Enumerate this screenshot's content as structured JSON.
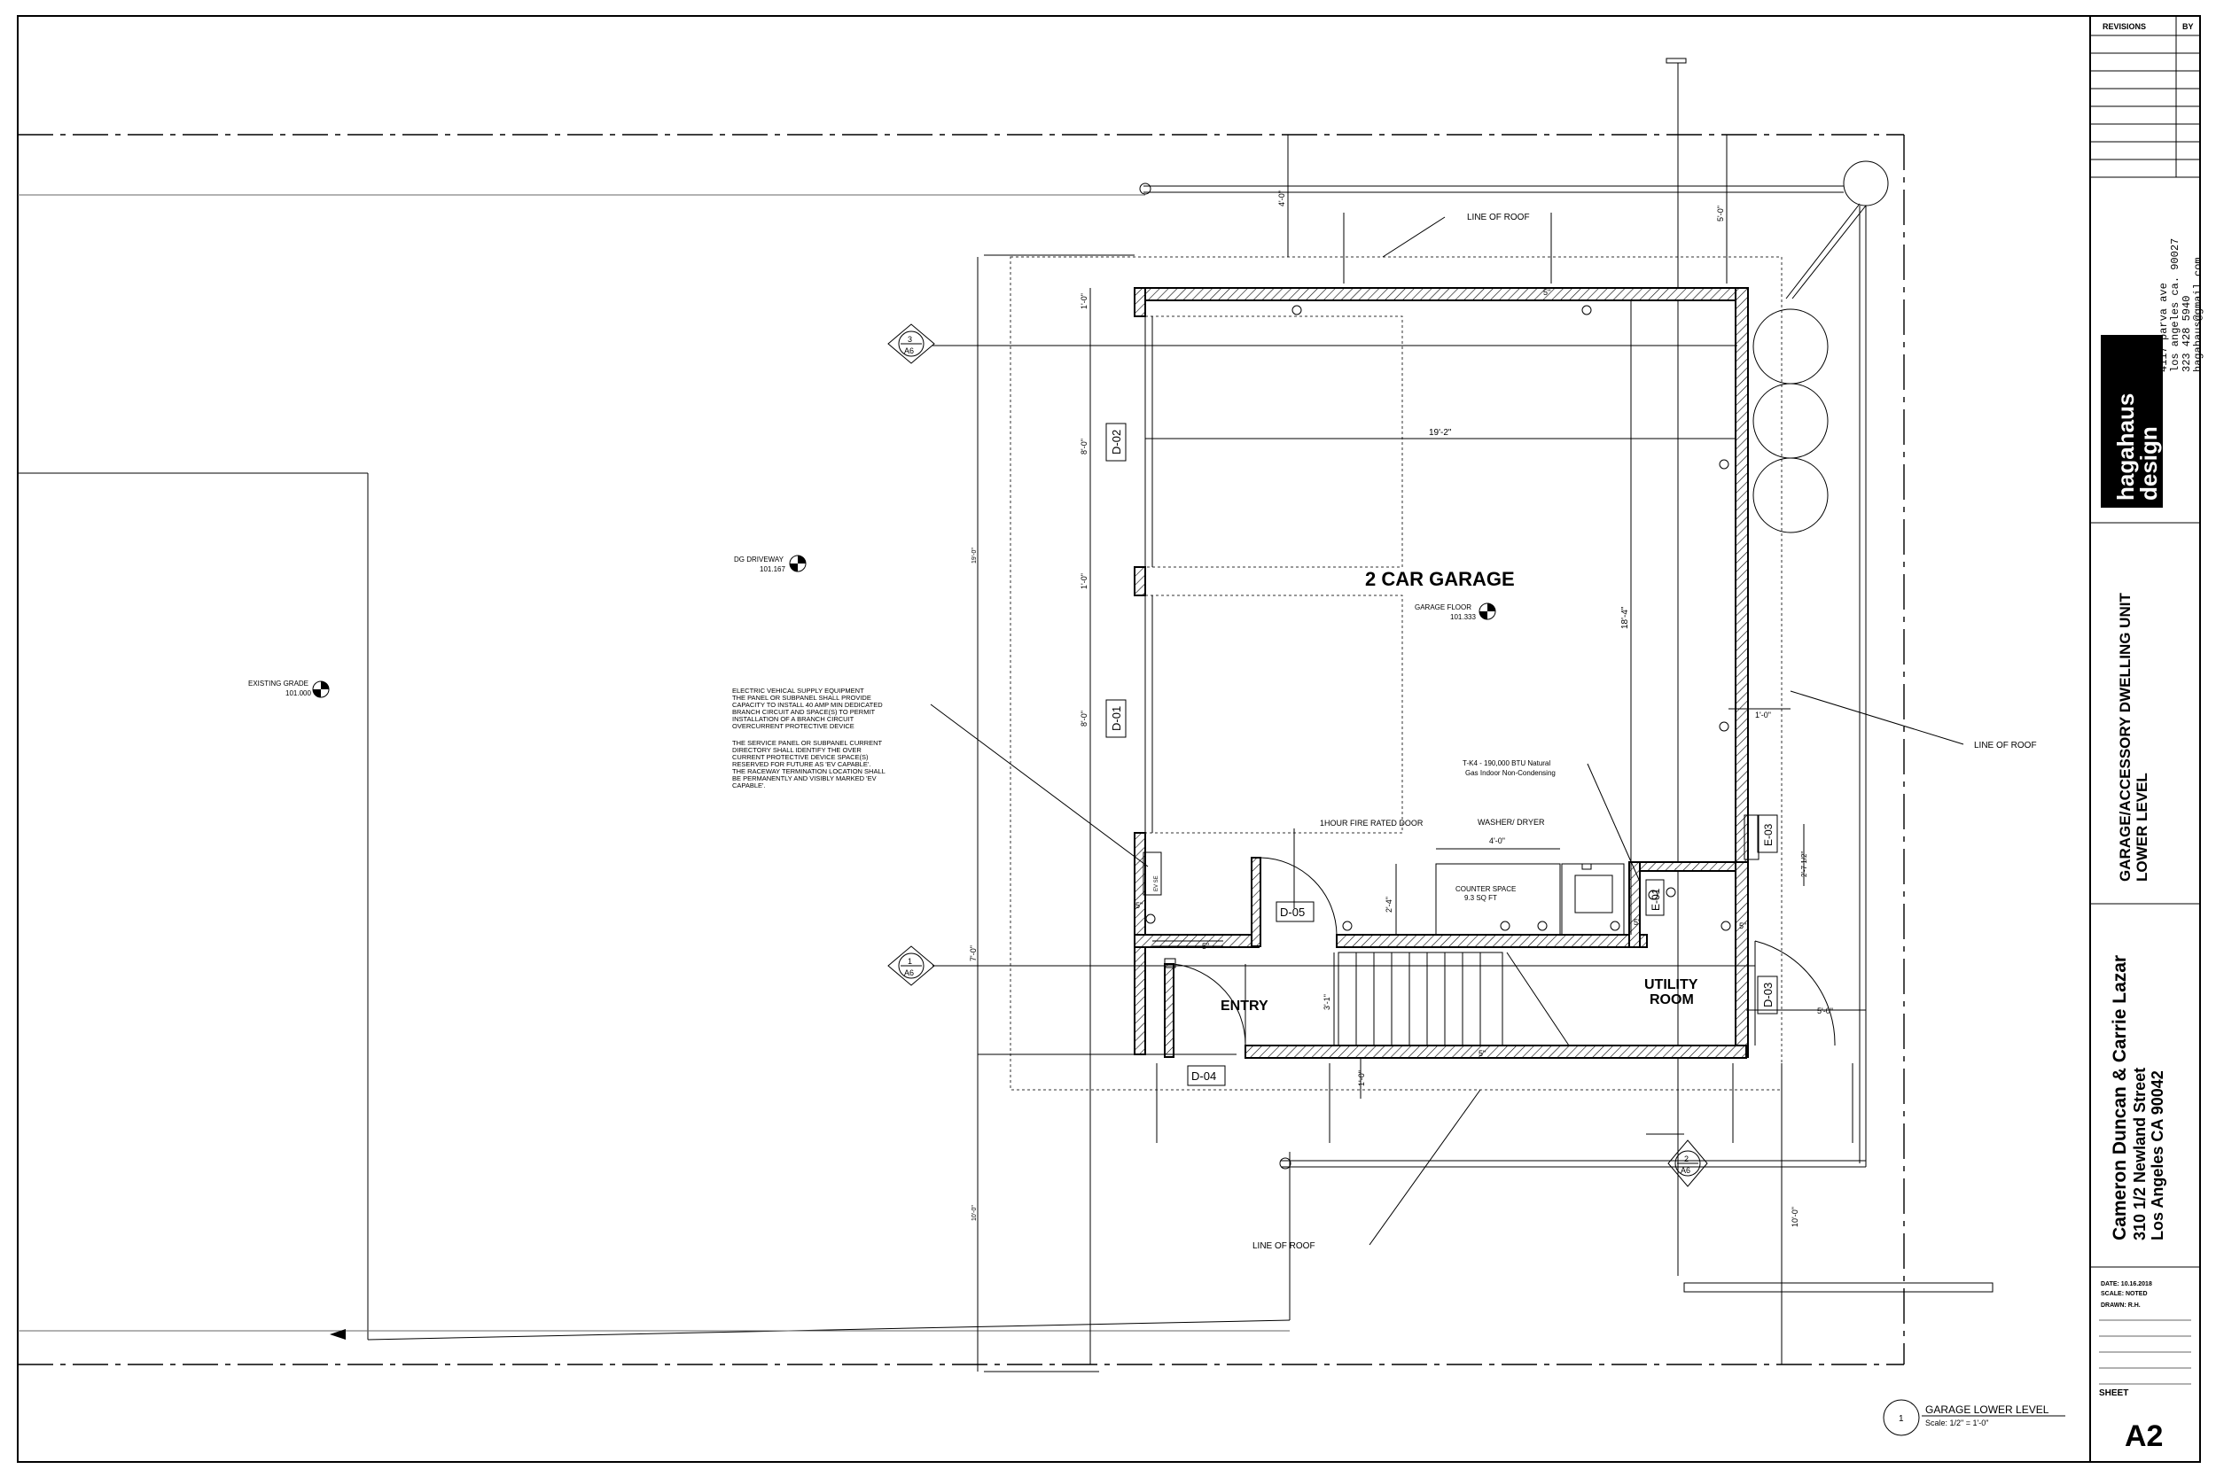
{
  "sheet": {
    "revisions_header": "REVISIONS",
    "by_header": "BY",
    "firm": {
      "line1": "hagahaus",
      "line2": "design"
    },
    "firm_address": [
      "4117 parva ave",
      "los angeles ca. 90027",
      "323 428 5940",
      "hagahaus@gmail.com"
    ],
    "project_title": [
      "GARAGE/ACCESSORY DWELLING UNIT",
      "LOWER LEVEL"
    ],
    "client": [
      "Cameron Duncan & Carrie Lazar",
      "310 1/2 Newland Street",
      "Los Angeles CA 90042"
    ],
    "meta": {
      "date": "DATE:  10.16.2018",
      "scale": "SCALE:  NOTED",
      "drawn": "DRAWN:  R.H."
    },
    "sheet_label": "SHEET",
    "sheet_number": "A2"
  },
  "plan": {
    "rooms": {
      "garage": "2 CAR GARAGE",
      "entry": "ENTRY",
      "utility_1": "UTILITY",
      "utility_2": "ROOM"
    },
    "elevations": {
      "dg_driveway": {
        "label": "DG DRIVEWAY",
        "value": "101.167"
      },
      "existing_grade": {
        "label": "EXISTING GRADE",
        "value": "101.000"
      },
      "garage_floor": {
        "label": "GARAGE FLOOR",
        "value": "101.333"
      }
    },
    "labels": {
      "line_of_roof": "LINE OF ROOF",
      "fire_door": "1HOUR FIRE RATED DOOR",
      "washer_dryer": "WASHER/ DRYER",
      "counter_1": "COUNTER SPACE",
      "counter_2": "9.3 SQ FT",
      "heater_1": "T-K4 - 190,000 BTU Natural",
      "heater_2": "Gas Indoor Non-Condensing",
      "ev_se": "EV SE"
    },
    "ev_note": [
      "ELECTRIC VEHICAL SUPPLY EQUIPMENT",
      "THE PANEL OR SUBPANEL SHALL PROVIDE",
      "CAPACITY TO INSTALL 40 AMP MIN DEDICATED",
      "BRANCH CIRCUIT AND SPACE(S) TO PERMIT",
      "INSTALLATION OF A BRANCH CIRCUIT",
      "OVERCURRENT PROTECTIVE DEVICE",
      "",
      "THE SERVICE PANEL OR SUBPANEL CURRENT",
      "DIRECTORY SHALL IDENTIFY THE OVER",
      "CURRENT PROTECTIVE DEVICE SPACE(S)",
      "RESERVED FOR FUTURE AS 'EV CAPABLE'.",
      "THE RACEWAY TERMINATION LOCATION SHALL",
      "BE PERMANENTLY AND VISIBLY MARKED 'EV",
      "CAPABLE'."
    ],
    "doors": {
      "d01": "D-01",
      "d02": "D-02",
      "d03": "D-03",
      "d04": "D-04",
      "d05": "D-05"
    },
    "equipment": {
      "e01": "E-01",
      "e03": "E-03"
    },
    "section_marks": [
      {
        "number": "3",
        "sheet": "A6"
      },
      {
        "number": "1",
        "sheet": "A6"
      },
      {
        "number": "2",
        "sheet": "A6"
      }
    ],
    "dimensions": {
      "top_4_0": "4'-0\"",
      "top_5_0": "5'-0\"",
      "w_19_2": "19'-2\"",
      "h_18_4": "18'-4\"",
      "left_19_0": "19'-0\"",
      "left_7_0": "7'-0\"",
      "left_10_0": "10'-0\"",
      "right_10_0": "10'-0\"",
      "d_1_0_a": "1'-0\"",
      "d_8_0_a": "8'-0\"",
      "d_1_0_b": "1'-0\"",
      "d_8_0_b": "8'-0\"",
      "d_5_a": "5\"",
      "d_5_b": "5\"",
      "d_5_c": "5\"",
      "d_5_d": "5\"",
      "d_5_e": "5\"",
      "d_5_f": "5\"",
      "d_1_0_c": "1'-0\"",
      "d_1_0_d": "1'-0\"",
      "d_2_7_half": "2'-7 1/2\"",
      "d_4_0": "4'-0\"",
      "d_2_4": "2'-4\"",
      "d_3_1": "3'-1\"",
      "d_5_0": "5'-0\""
    },
    "title_block": {
      "number": "1",
      "title": "GARAGE LOWER LEVEL",
      "scale": "Scale: 1/2\" = 1'-0\""
    }
  }
}
